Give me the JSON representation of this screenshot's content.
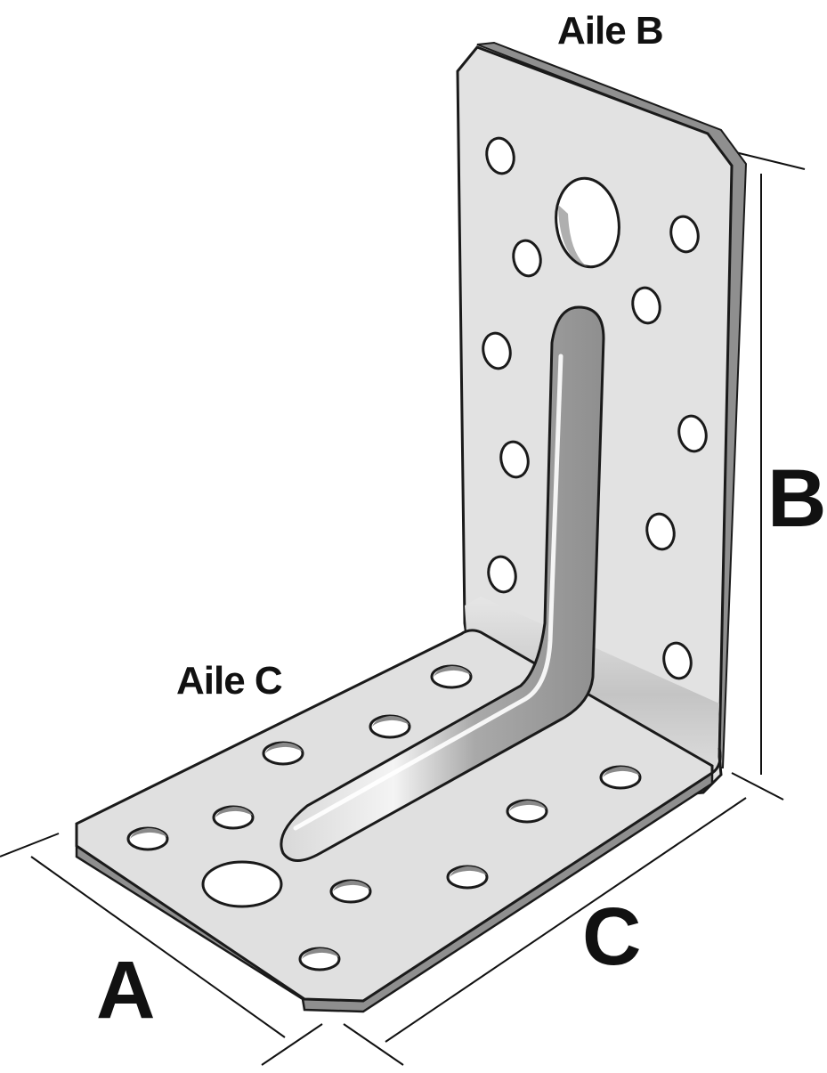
{
  "labels": {
    "wing_b": "Aile B",
    "wing_c": "Aile C",
    "dim_a": "A",
    "dim_b": "B",
    "dim_c": "C"
  },
  "colors": {
    "metal": "#e0e0e0",
    "metal_dark": "#bdbdbd",
    "edge": "#8c8c8c",
    "outline": "#1a1a1a",
    "rib": "#b5b5b5"
  }
}
